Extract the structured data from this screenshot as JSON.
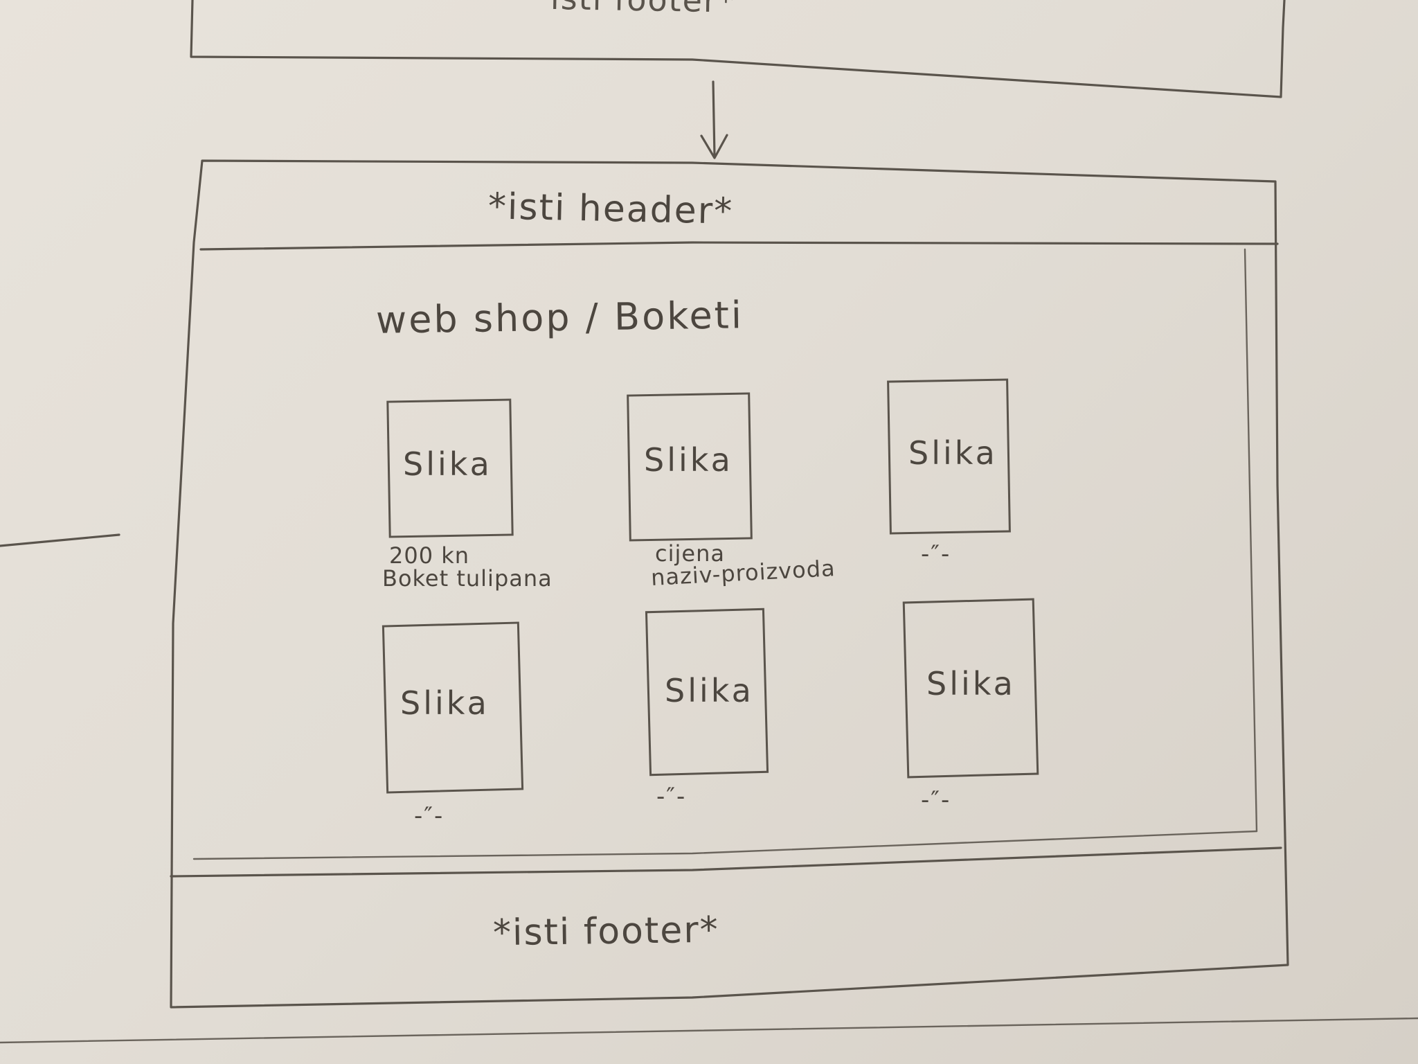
{
  "previous_frame": {
    "footer_label": "*isti footer*"
  },
  "frame": {
    "header_label": "*isti header*",
    "footer_label": "*isti footer*",
    "breadcrumb": "web shop / Boketi",
    "products": [
      {
        "image_label": "Slika",
        "price": "200 kn",
        "name": "Boket tulipana"
      },
      {
        "image_label": "Slika",
        "price": "cijena",
        "name": "naziv-proizvoda"
      },
      {
        "image_label": "Slika",
        "ditto": "-″-"
      },
      {
        "image_label": "Slika",
        "ditto": "-″-"
      },
      {
        "image_label": "Slika",
        "ditto": "-″-"
      },
      {
        "image_label": "Slika",
        "ditto": "-″-"
      }
    ]
  }
}
